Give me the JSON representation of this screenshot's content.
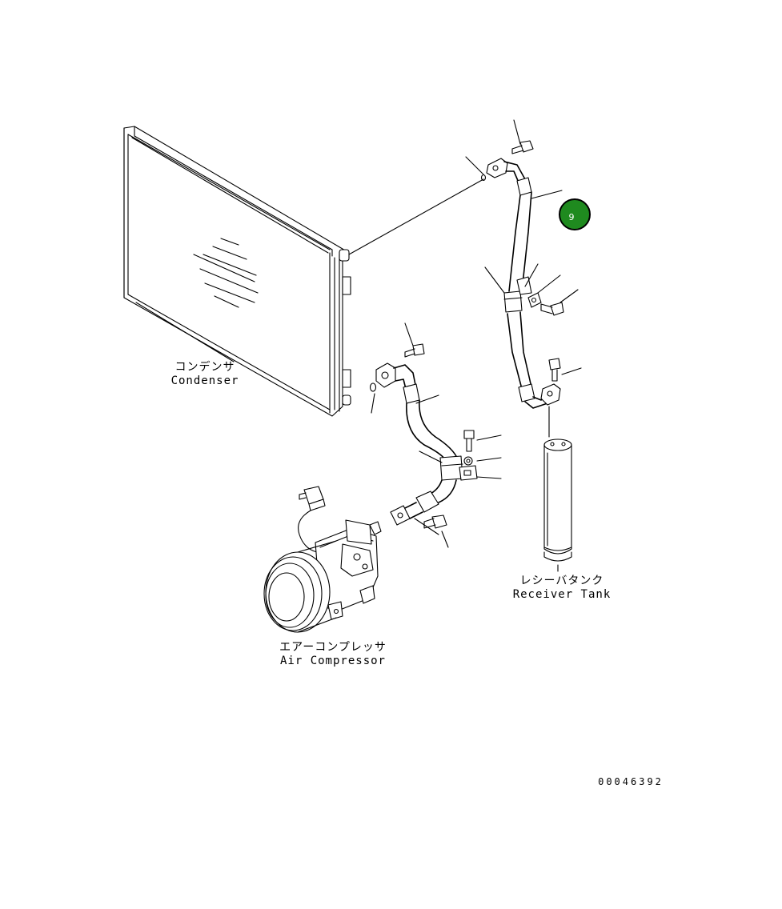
{
  "labels": {
    "condenser_jp": "コンデンサ",
    "condenser_en": "Condenser",
    "receiver_jp": "レシーバタンク",
    "receiver_en": "Receiver Tank",
    "compressor_jp": "エアーコンプレッサ",
    "compressor_en": "Air Compressor"
  },
  "callout": {
    "number": "9",
    "color": "#1f8a1f",
    "border": "#000000"
  },
  "document_number": "00046392"
}
